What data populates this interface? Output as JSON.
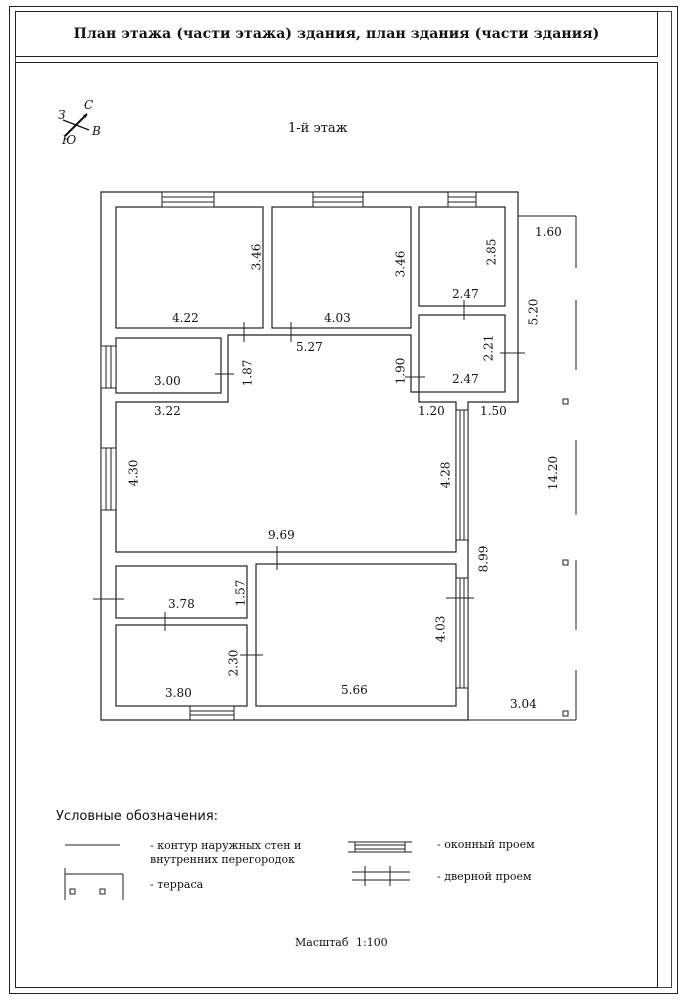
{
  "title": "План этажа (части этажа) здания, план здания (части здания)",
  "floor_label": "1-й этаж",
  "compass": {
    "north": "С",
    "east": "В",
    "south": "Ю",
    "west": "З"
  },
  "dimensions": {
    "room1_h": "3.46",
    "room1_w": "4.22",
    "room2_h": "3.46",
    "room2_w": "4.03",
    "room3_h": "2.85",
    "room3_w": "2.47",
    "room4_w": "2.47",
    "room4_h": "2.21",
    "room4_w2": "2.47",
    "terrace_top": "1.60",
    "terrace_side": "5.20",
    "corridor_w": "5.27",
    "corridor_h": "1.87",
    "right_h": "1.90",
    "room5_w": "3.00",
    "hall_w": "3.22",
    "hall_h": "4.30",
    "hall_h2": "4.28",
    "gap_left": "1.20",
    "gap_right": "1.50",
    "terrace_long": "14.20",
    "hall_bottom": "9.69",
    "east_total": "8.99",
    "room6_w": "3.78",
    "room6_h": "1.57",
    "room7_h": "2.30",
    "room7_w": "3.80",
    "room8_h": "4.03",
    "room8_w": "5.66",
    "terrace_bottom": "3.04"
  },
  "legend": {
    "title": "Условные обозначения:",
    "wall": "- контур наружных стен и внутренних перегородок",
    "terrace": "- терраса",
    "window": "- оконный проем",
    "door": "- дверной проем"
  },
  "scale": {
    "label": "Масштаб",
    "value": "1:100"
  }
}
